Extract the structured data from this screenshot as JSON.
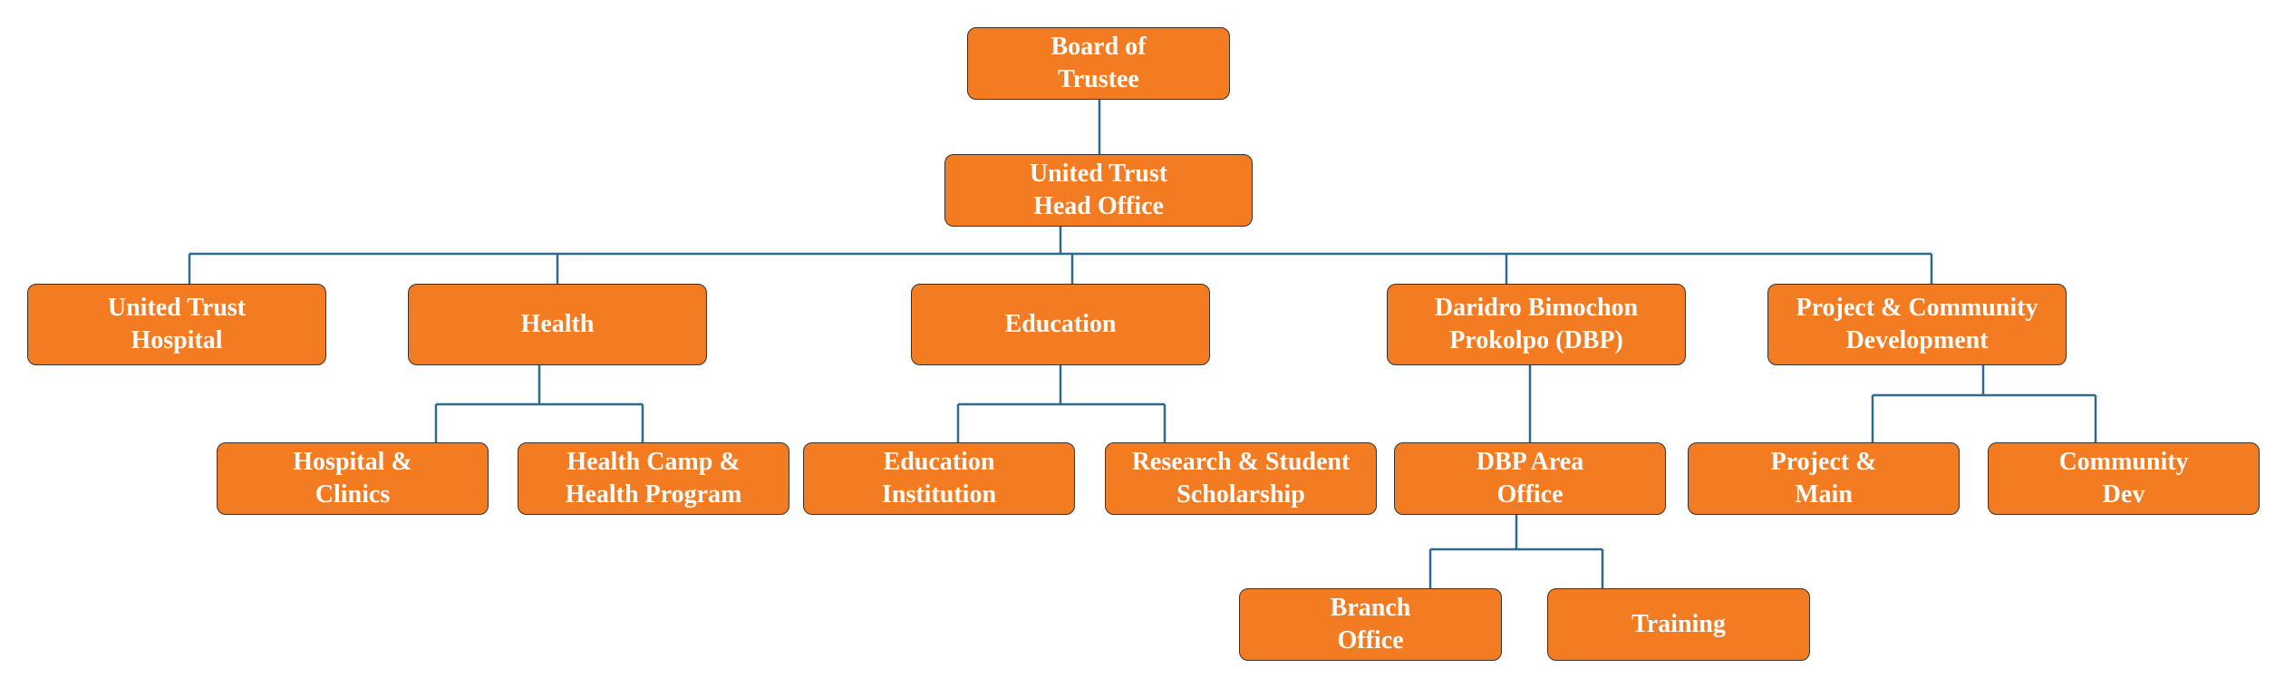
{
  "colors": {
    "node_fill": "#f37b22",
    "node_border": "#333333",
    "node_text": "#ffffff",
    "connector": "#2e6b8a",
    "background": "#ffffff"
  },
  "org_chart": {
    "board": {
      "line1": "Board of",
      "line2": "Trustee"
    },
    "head_office": {
      "line1": "United Trust",
      "line2": "Head Office"
    },
    "hospital": {
      "line1": "United Trust",
      "line2": "Hospital"
    },
    "health": {
      "line1": "Health"
    },
    "education": {
      "line1": "Education"
    },
    "dbp": {
      "line1": "Daridro Bimochon",
      "line2": "Prokolpo (DBP)"
    },
    "project_community": {
      "line1": "Project & Community",
      "line2": "Development"
    },
    "hospital_clinics": {
      "line1": "Hospital &",
      "line2": "Clinics"
    },
    "health_camp": {
      "line1": "Health Camp &",
      "line2": "Health Program"
    },
    "education_institution": {
      "line1": "Education",
      "line2": "Institution"
    },
    "research_scholarship": {
      "line1": "Research & Student",
      "line2": "Scholarship"
    },
    "dbp_area_office": {
      "line1": "DBP Area",
      "line2": "Office"
    },
    "project_main": {
      "line1": "Project &",
      "line2": "Main"
    },
    "community_dev": {
      "line1": "Community",
      "line2": "Dev"
    },
    "branch_office": {
      "line1": "Branch",
      "line2": "Office"
    },
    "training": {
      "line1": "Training"
    }
  }
}
